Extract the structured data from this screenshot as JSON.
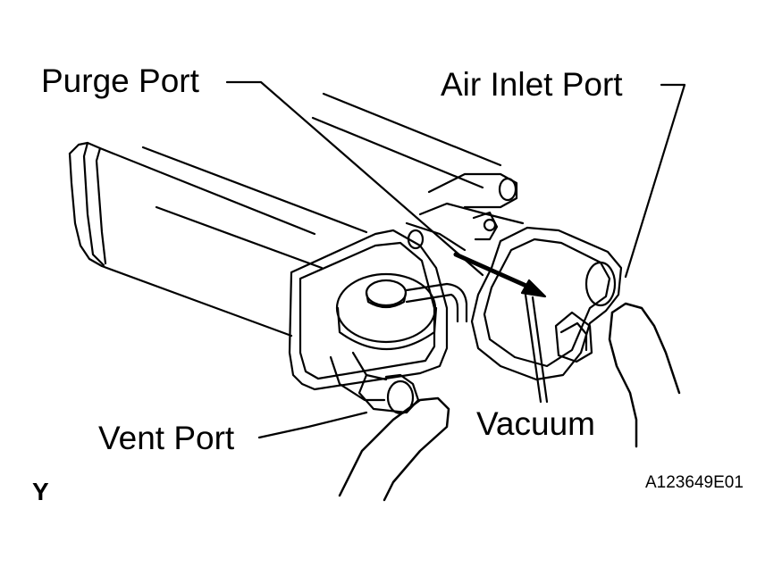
{
  "labels": {
    "purge_port": "Purge Port",
    "air_inlet_port": "Air Inlet Port",
    "vent_port": "Vent Port",
    "vacuum": "Vacuum"
  },
  "figure_code": "A123649E01",
  "corner_mark": "Y",
  "colors": {
    "line": "#000000",
    "background": "#ffffff"
  }
}
